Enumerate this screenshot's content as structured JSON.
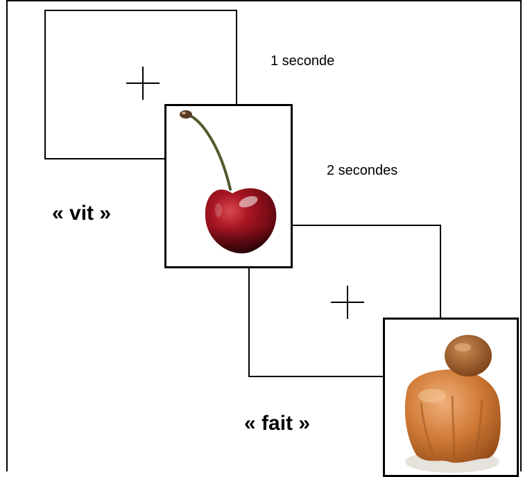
{
  "trials": [
    {
      "fixation_duration": "1 seconde",
      "stimulus_duration": "2 secondes",
      "spoken_word": "« vit »",
      "image": "cherry"
    },
    {
      "spoken_word": "« fait »",
      "image": "brioche"
    }
  ],
  "colors": {
    "cherry_red": "#8e0f18",
    "cherry_stem": "#4f5a2a",
    "brioche_orange": "#cf7f3c"
  },
  "icons": [
    "fixation-cross-icon",
    "cherry-icon",
    "brioche-icon"
  ]
}
